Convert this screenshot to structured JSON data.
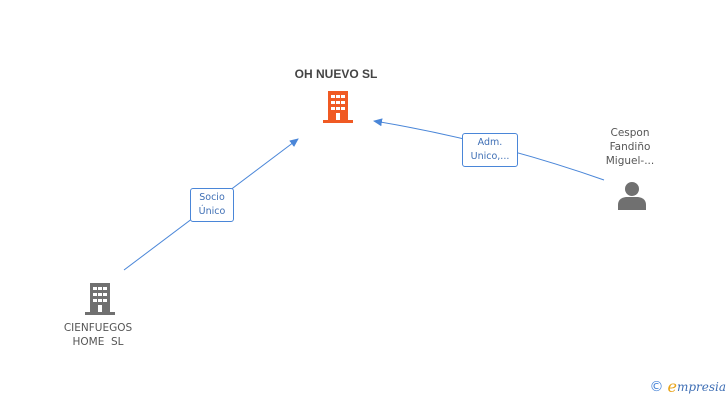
{
  "nodes": {
    "main_company": {
      "name": "OH NUEVO SL",
      "color": "#f05a23"
    },
    "shareholder_company": {
      "name_lines": [
        "CIENFUEGOS",
        "HOME  SL"
      ],
      "color": "#707070"
    },
    "person": {
      "name_lines": [
        "Cespon",
        "Fandiño",
        "Miguel-..."
      ],
      "color": "#707070"
    }
  },
  "edges": {
    "socio": {
      "label_lines": [
        "Socio",
        "Único"
      ]
    },
    "adm": {
      "label_lines": [
        "Adm.",
        "Unico,..."
      ]
    }
  },
  "footer": {
    "copyright": "©",
    "brand_initial": "e",
    "brand_rest": "mpresia"
  },
  "colors": {
    "edge": "#4a86d8"
  }
}
